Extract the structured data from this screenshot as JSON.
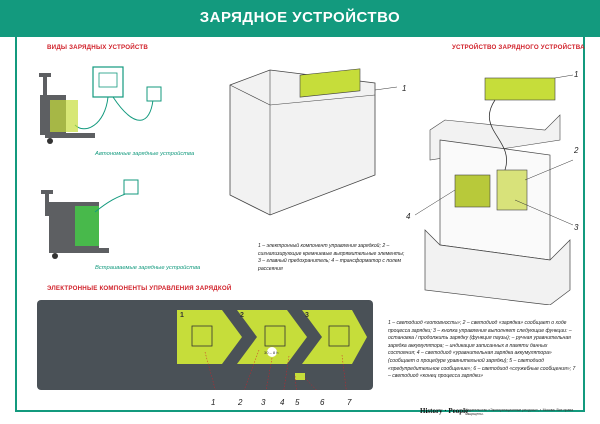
{
  "title": "ЗАРЯДНОЕ УСТРОЙСТВО",
  "sections": {
    "types": "ВИДЫ ЗАРЯДНЫХ УСТРОЙСТВ",
    "device": "УСТРОЙСТВО ЗАРЯДНОГО УСТРОЙСТВА",
    "electronic": "ЭЛЕКТРОННЫЕ КОМПОНЕНТЫ УПРАВЛЕНИЯ ЗАРЯДКОЙ"
  },
  "captions": {
    "external": "Автономные зарядные устройства",
    "builtin": "Встраиваемые зарядные устройства"
  },
  "notes": {
    "device_note": "1 – электронный компонент управления зарядкой; 2 – сигнализирующие кремниевые выпрямительные элементы; 3 – главный предохранитель; 4 – трансформатор с полем рассеяния",
    "components_note": "1 – светодиод «готовность»; 2 – светодиод «зарядка» сообщает о ходе процесса зарядки; 3 – кнопка управления выполняет следующие функции: – остановка / продолжить зарядку (функция паузы); – ручная уравнительная зарядка аккумулятора; – индикация записанных в памяти данных состояния; 4 – светодиод «уравнительная зарядка аккумулятора» (сообщает о процедуре уравнительной зарядки); 5 – светодиод «предупредительное сообщение»; 6 – светодиод «служебные сообщения»; 7 – светодиод «конец процесса зарядки»"
  },
  "callouts": {
    "charger": [
      "1"
    ],
    "inside": [
      "1",
      "2",
      "3",
      "4"
    ],
    "panel": [
      "1",
      "2",
      "3",
      "4",
      "5",
      "6",
      "7"
    ],
    "panel_steps": [
      "1",
      "2",
      "3"
    ]
  },
  "panel_labels": {
    "button_text": "30 – 8 h"
  },
  "footer": {
    "brand": "History · People",
    "text": "Издательство «Эксплуатационные ресурсы», г. Москва. Все права защищены."
  },
  "colors": {
    "green": "#139a7e",
    "red": "#d01f28",
    "lime": "#c6dd3a",
    "panel": "#4a5157"
  }
}
